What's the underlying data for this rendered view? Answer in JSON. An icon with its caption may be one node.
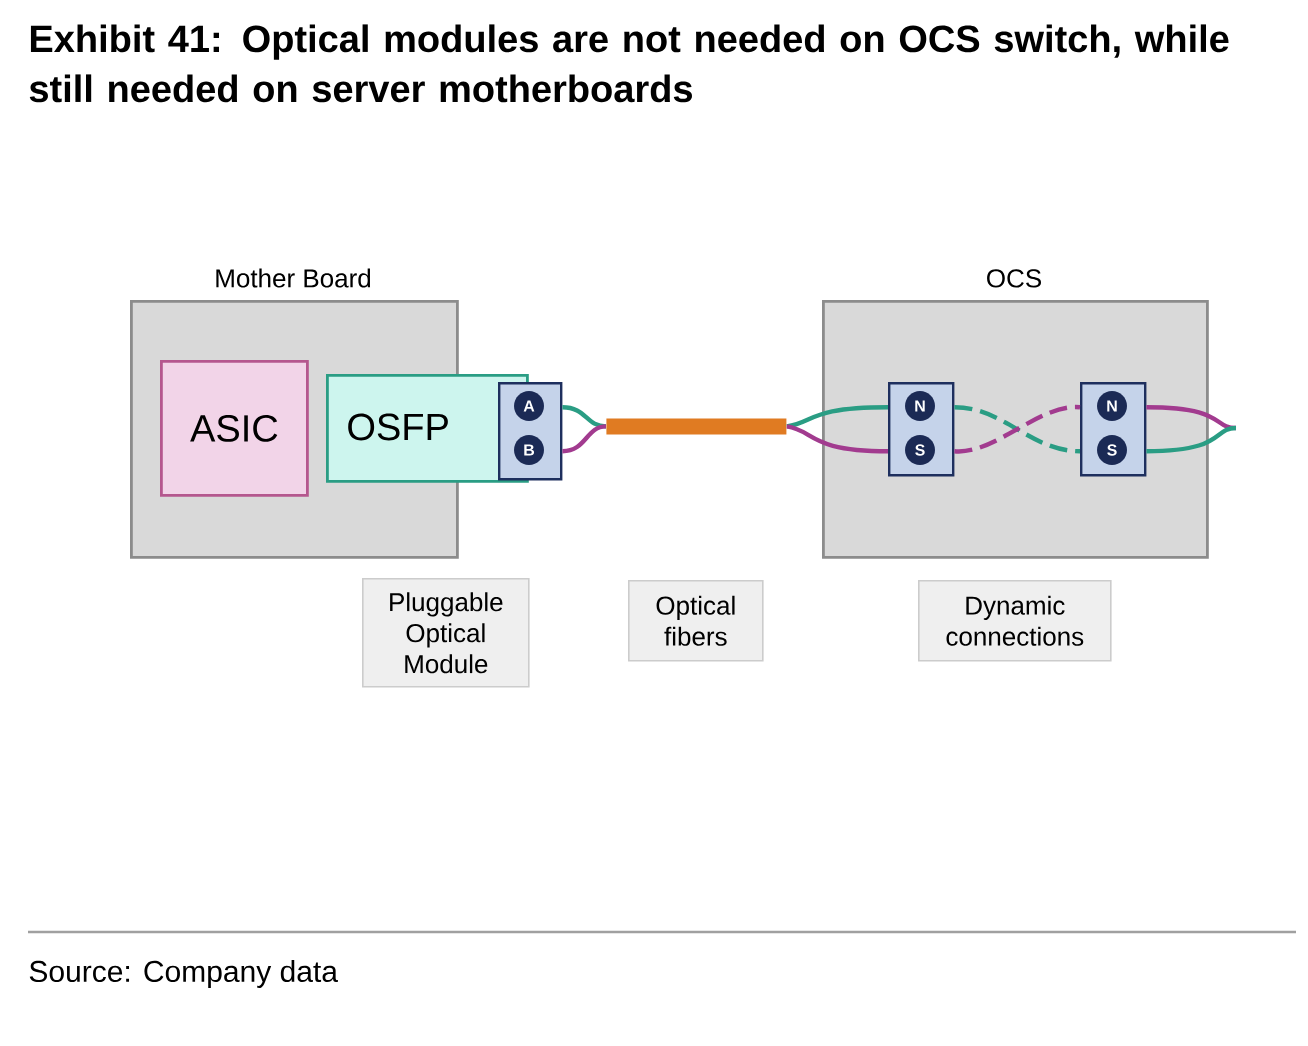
{
  "diagram": {
    "title": "Exhibit 41: Optical modules are not needed on OCS switch, while still needed on server motherboards",
    "caption": "Source: Company data",
    "nodes": [
      {
        "text": [
          "Mother Board"
        ]
      },
      {
        "text": [
          "ASIC"
        ],
        "in": 0
      },
      {
        "text": [
          "OSFP"
        ]
      },
      {
        "text": [
          "A",
          "B"
        ]
      },
      {
        "text": [],
        "shape": "bar"
      },
      {
        "text": [
          "OCS"
        ]
      },
      {
        "text": [
          "N",
          "S"
        ],
        "in": 5
      },
      {
        "text": [
          "N",
          "S"
        ],
        "in": 5
      },
      {
        "text": [
          "Pluggable Optical Module"
        ]
      },
      {
        "text": [
          "Optical fibers"
        ]
      },
      {
        "text": [
          "Dynamic connections"
        ]
      }
    ],
    "edges": [
      {
        "from": 3,
        "to": 4,
        "arrow": "none",
        "color": "#2a9d84"
      },
      {
        "from": 3,
        "to": 4,
        "arrow": "none",
        "color": "#a23b8f"
      },
      {
        "from": 4,
        "to": 6,
        "arrow": "none",
        "color": "#2a9d84"
      },
      {
        "from": 4,
        "to": 6,
        "arrow": "none",
        "color": "#a23b8f"
      },
      {
        "from": 6,
        "to": 7,
        "arrow": "none",
        "style": "dashed",
        "color": "#2a9d84"
      },
      {
        "from": 6,
        "to": 7,
        "arrow": "none",
        "style": "dashed",
        "color": "#a23b8f"
      },
      {
        "from": 7,
        "to": null,
        "arrow": "none",
        "color": "#a23b8f"
      },
      {
        "from": 7,
        "to": null,
        "arrow": "none",
        "color": "#2a9d84"
      }
    ]
  }
}
